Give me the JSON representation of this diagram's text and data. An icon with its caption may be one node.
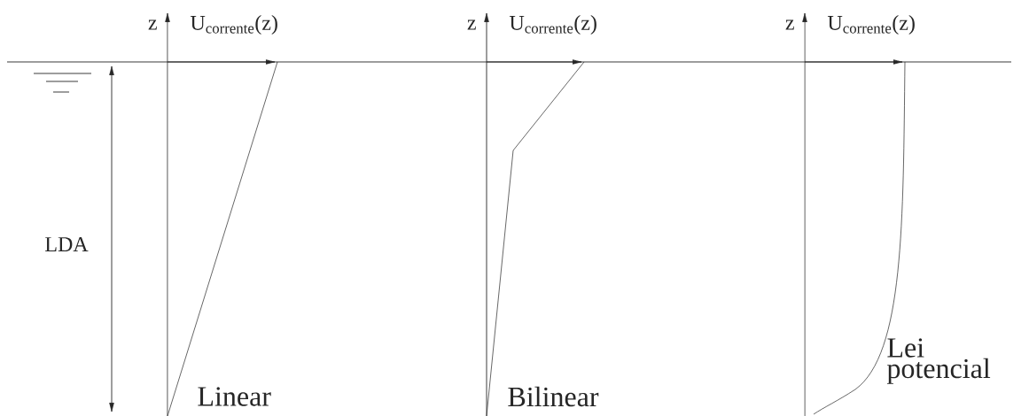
{
  "diagram": {
    "labels": [
      "z",
      "U$_{corrente}$(z)",
      "z",
      "U$_{corrente}$(z)",
      "z",
      "U$_{corrente}$(z)",
      "LDA",
      "Linear",
      "Bilinear",
      "Lei potencial"
    ]
  }
}
